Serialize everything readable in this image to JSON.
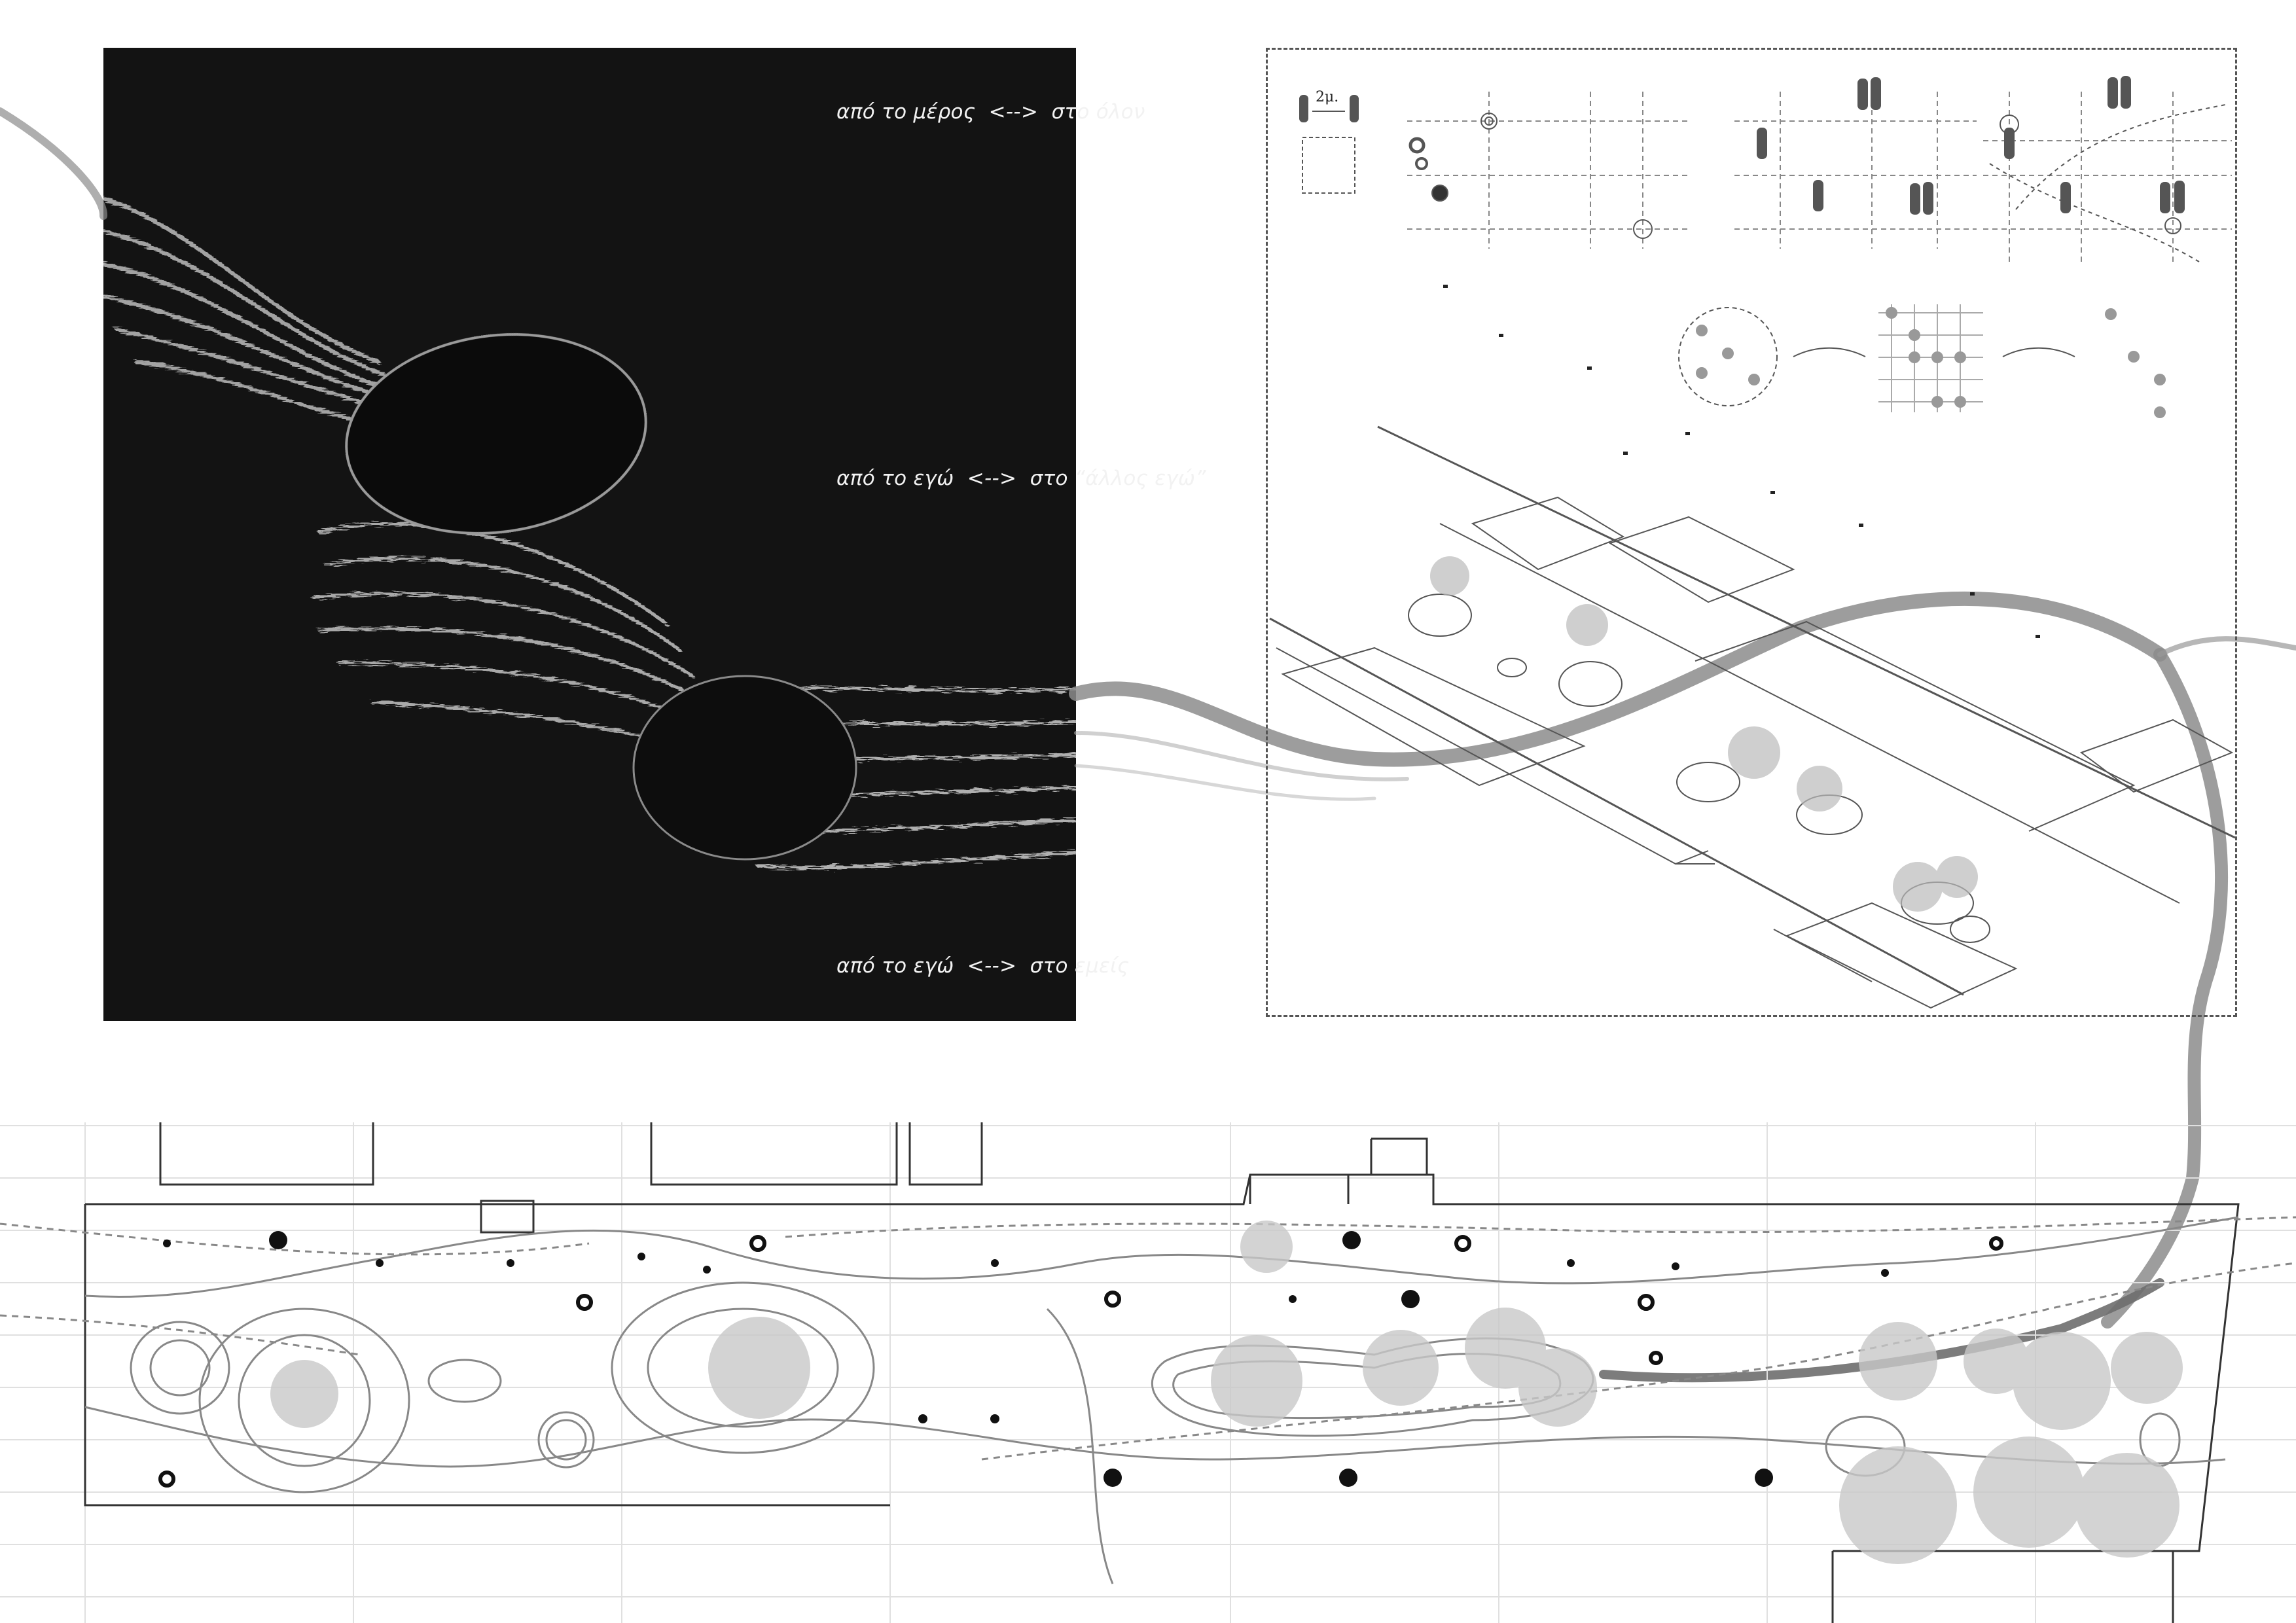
{
  "poster_phrases": [
    "από το μέρος  <-->  στο όλον",
    "από το εγώ  <-->  στο “άλλος εγώ”",
    "από το εγώ  <-->  στο εμείς"
  ],
  "scale_label": "2μ.",
  "colors": {
    "panel_background": "#131313",
    "brush_stroke": "#8c8c8c",
    "line_work": "#555555",
    "plan_grid": "#dcdcdc",
    "node_fill": "#999999"
  },
  "icons": [
    "person-figure-icon",
    "tree-canopy-icon",
    "seat-stool-icon",
    "light-post-icon",
    "arrow-icon"
  ]
}
